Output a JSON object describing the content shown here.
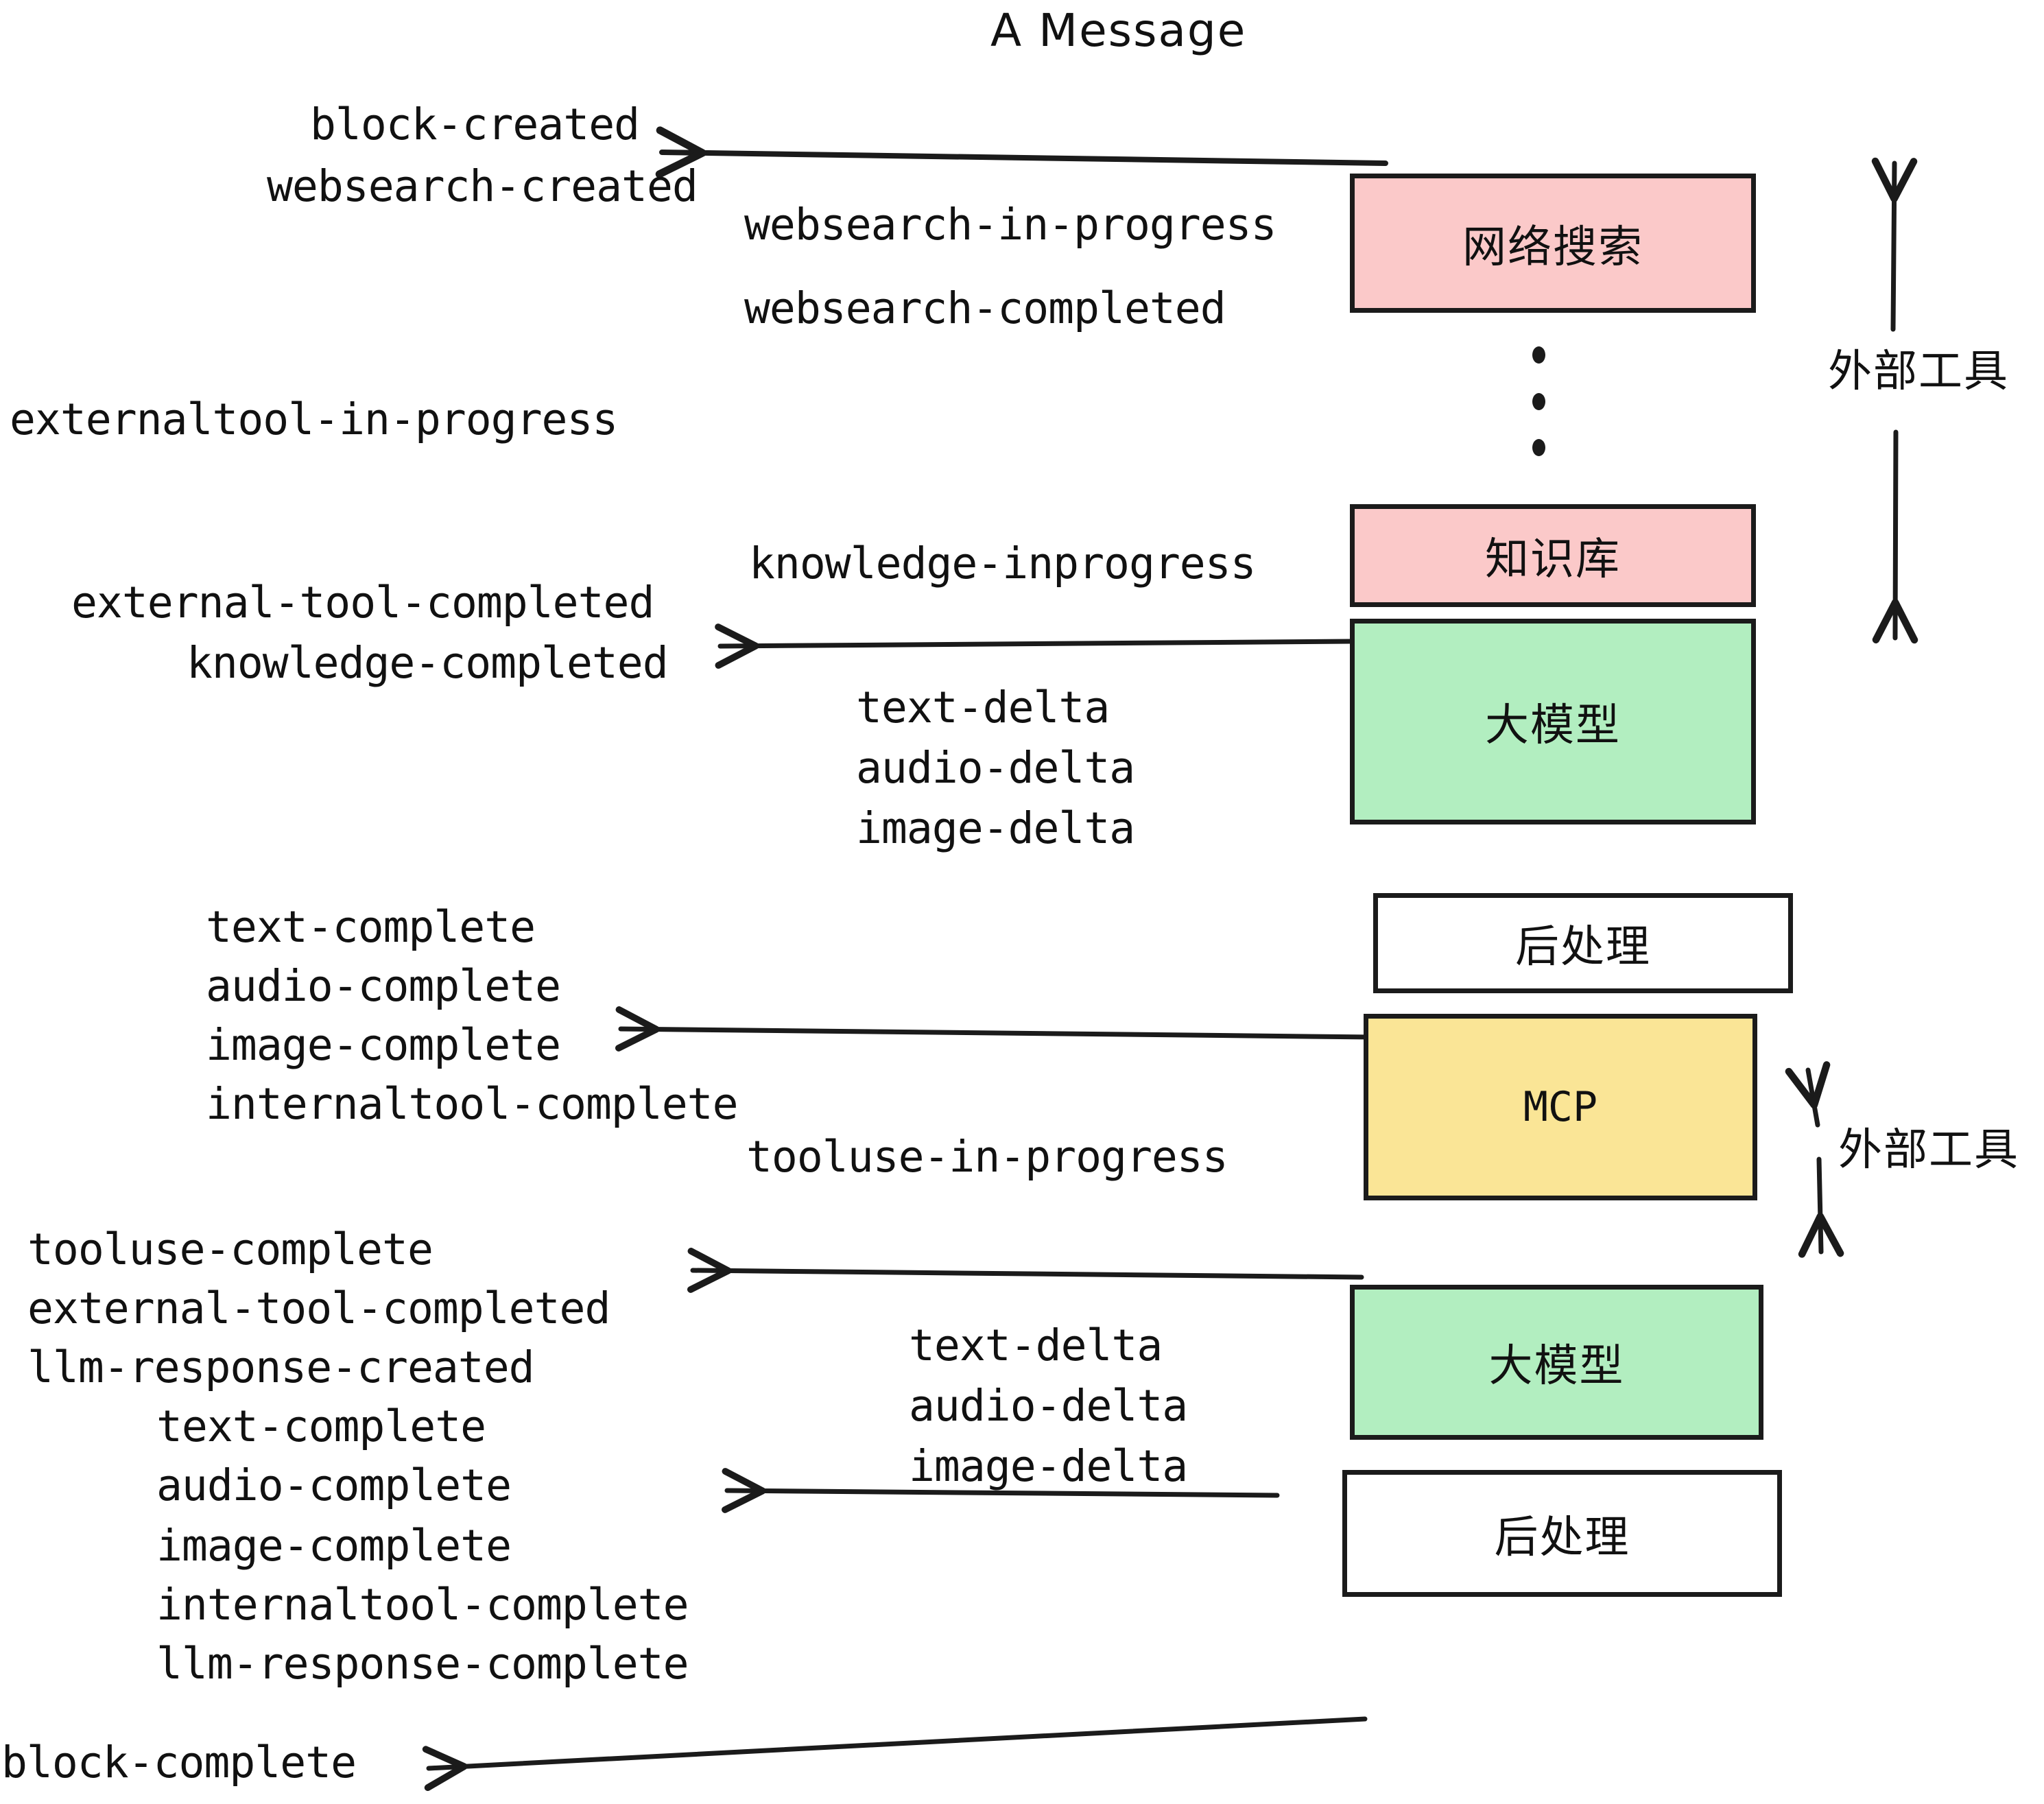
{
  "title": "A Message",
  "boxes": [
    {
      "label": "网络搜索",
      "color": "#fbc9c9"
    },
    {
      "label": "知识库",
      "color": "#fbc9c9"
    },
    {
      "label": "大模型",
      "color": "#b2eec0"
    },
    {
      "label": "后处理",
      "color": "#ffffff"
    },
    {
      "label": "MCP",
      "color": "#fae596"
    },
    {
      "label": "大模型",
      "color": "#b2eec0"
    },
    {
      "label": "后处理",
      "color": "#ffffff"
    }
  ],
  "side_labels": [
    {
      "text": "外部工具"
    },
    {
      "text": "外部工具"
    }
  ],
  "events": {
    "block_created": "block-created",
    "websearch_created": "websearch-created",
    "websearch_in_progress": "websearch-in-progress",
    "websearch_completed": "websearch-completed",
    "externaltool_in_progress": "externaltool-in-progress",
    "knowledge_inprogress": "knowledge-inprogress",
    "external_tool_completed_1": "external-tool-completed",
    "knowledge_completed": "knowledge-completed",
    "text_delta_1": "text-delta",
    "audio_delta_1": "audio-delta",
    "image_delta_1": "image-delta",
    "text_complete_1": "text-complete",
    "audio_complete_1": "audio-complete",
    "image_complete_1": "image-complete",
    "internaltool_complete_1": "internaltool-complete",
    "tooluse_in_progress": "tooluse-in-progress",
    "tooluse_complete": "tooluse-complete",
    "external_tool_completed_2": "external-tool-completed",
    "llm_response_created": "llm-response-created",
    "text_delta_2": "text-delta",
    "audio_delta_2": "audio-delta",
    "image_delta_2": "image-delta",
    "text_complete_2": "text-complete",
    "audio_complete_2": "audio-complete",
    "image_complete_2": "image-complete",
    "internaltool_complete_2": "internaltool-complete",
    "llm_response_complete": "llm-response-complete",
    "block_complete": "block-complete"
  },
  "colors": {
    "stroke": "#1b1b1b",
    "pink": "#fbc9c9",
    "green": "#b2eec0",
    "yellow": "#fae596",
    "white": "#ffffff"
  }
}
